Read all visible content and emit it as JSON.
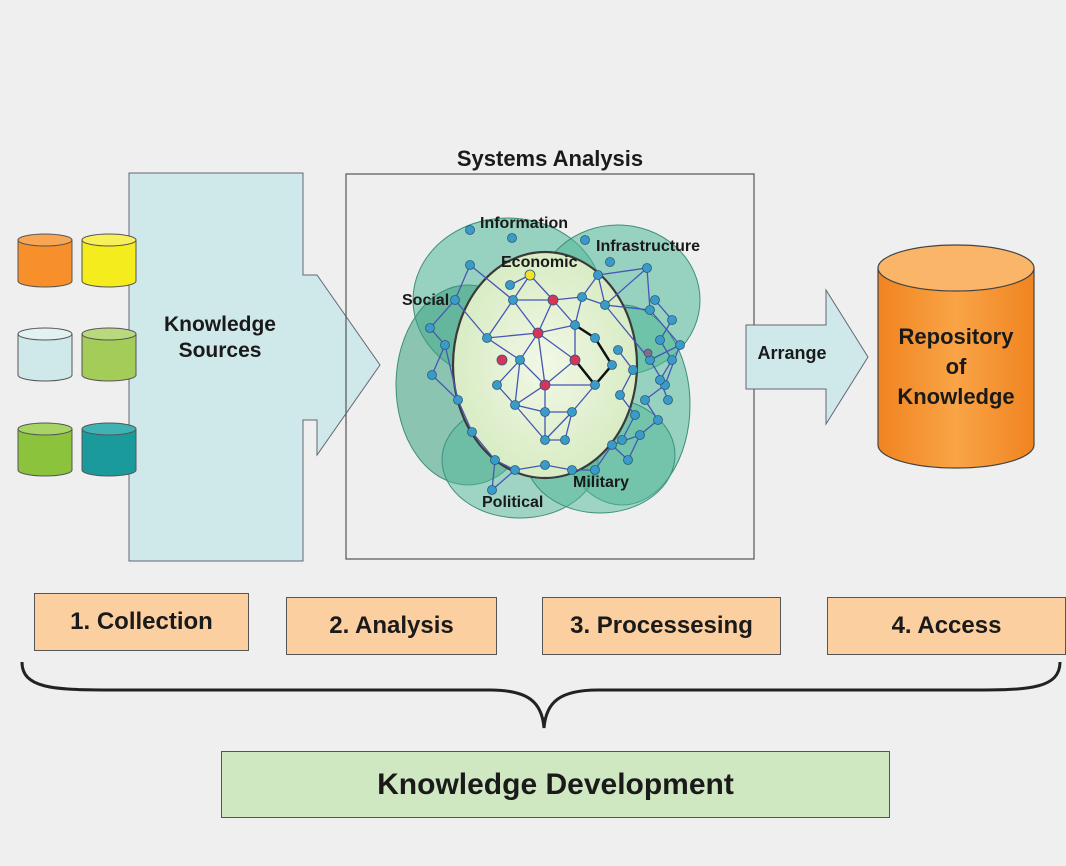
{
  "knowledge_sources": {
    "label_line1": "Knowledge",
    "label_line2": "Sources"
  },
  "systems_analysis": {
    "title": "Systems Analysis",
    "spheres": {
      "information": "Information",
      "infrastructure": "Infrastructure",
      "economic": "Economic",
      "social": "Social",
      "political": "Political",
      "military": "Military"
    }
  },
  "arrange_label": "Arrange",
  "repository": {
    "line1": "Repository",
    "line2": "of",
    "line3": "Knowledge"
  },
  "steps": [
    {
      "label": "1. Collection"
    },
    {
      "label": "2. Analysis"
    },
    {
      "label": "3. Processesing"
    },
    {
      "label": "4. Access"
    }
  ],
  "footer": "Knowledge Development",
  "colors": {
    "background": "#efefef",
    "sources_panel": "#cfe8ea",
    "arrow_fill": "#cfe8ea",
    "step_box": "#fbcf9f",
    "footer_box": "#cfe8c2",
    "repository": "#f7902a",
    "cylinders": [
      "#f7902a",
      "#f7ee1e",
      "#cfe8ea",
      "#a3cc58",
      "#8cc33d",
      "#1a9a9a"
    ]
  }
}
